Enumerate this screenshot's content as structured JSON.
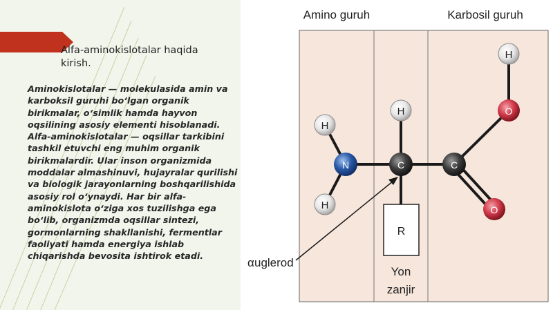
{
  "slide": {
    "subtitle": "Alfa-aminokislotalar haqida kirish.",
    "body": "Aminokislotalar — molekulasida amin va karboksil guruhi bo‘lgan organik birikmalar, o‘simlik hamda hayvon oqsilining asosiy elementi hisoblanadi. Alfa-aminokislotalar — oqsillar tarkibini tashkil etuvchi eng muhim organik birikmalardir. Ular inson organizmida moddalar almashinuvi, hujayralar qurilishi va biologik jarayonlarning boshqarilishida asosiy rol o‘ynaydi. Har bir alfa-aminokislota o‘ziga xos tuzilishga ega bo‘lib, organizmda oqsillar sintezi, gormonlarning shakllanishi, fermentlar faoliyati hamda energiya ishlab chiqarishda bevosita ishtirok etadi."
  },
  "diagram": {
    "header_amino": "Amino guruh",
    "header_carboxyl": "Karbosil guruh",
    "atoms": {
      "h": "H",
      "n": "N",
      "c": "C",
      "o": "O",
      "r": "R"
    },
    "alpha_symbol": "α",
    "alpha_label": "uglerod",
    "side_chain_line1": "Yon",
    "side_chain_line2": "zanjir",
    "colors": {
      "panel": "#f7e6dc",
      "nitrogen": "#2a5aa8",
      "carbon": "#3c3c3c",
      "oxygen": "#d03a4a",
      "hydrogen": "#ececec",
      "accent_bar": "#c0321e"
    }
  }
}
